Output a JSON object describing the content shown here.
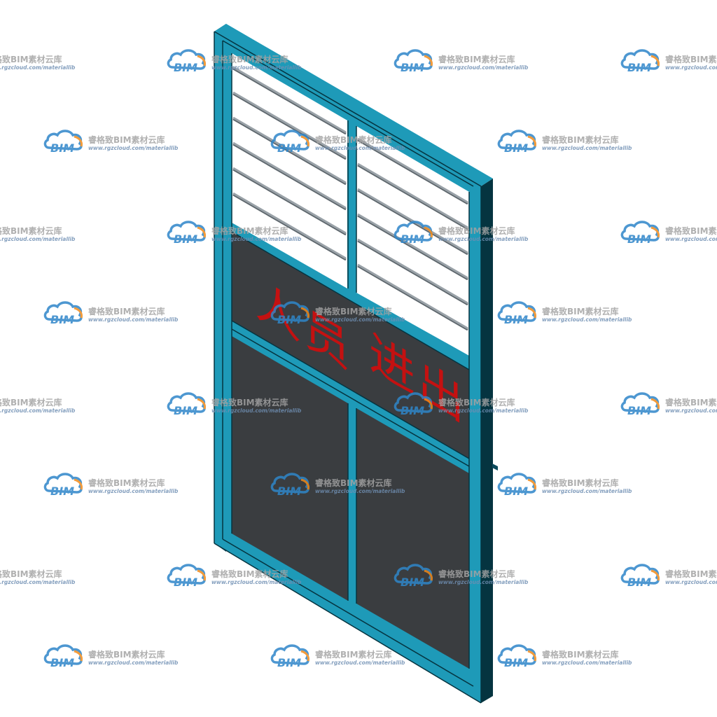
{
  "door": {
    "sign_text_1": "人员",
    "sign_text_2": "进出",
    "colors": {
      "frame_front": "#1e9ab8",
      "frame_side": "#0a4a5c",
      "frame_dark": "#053440",
      "panel": "#3a3d40",
      "bar": "#9aa2a8",
      "bar_shadow": "#5d666c",
      "text": "#c41111",
      "background": "#ffffff"
    }
  },
  "watermark": {
    "logo_text": "BIM",
    "title": "睿格致BIM素材云库",
    "url": "www.rgzcloud.com/materiallib",
    "colors": {
      "cloud_blue": "#2f86c9",
      "cloud_orange": "#f08a1a",
      "title_gray": "#a3a3a3",
      "url_blue": "#6f8fb3"
    }
  }
}
